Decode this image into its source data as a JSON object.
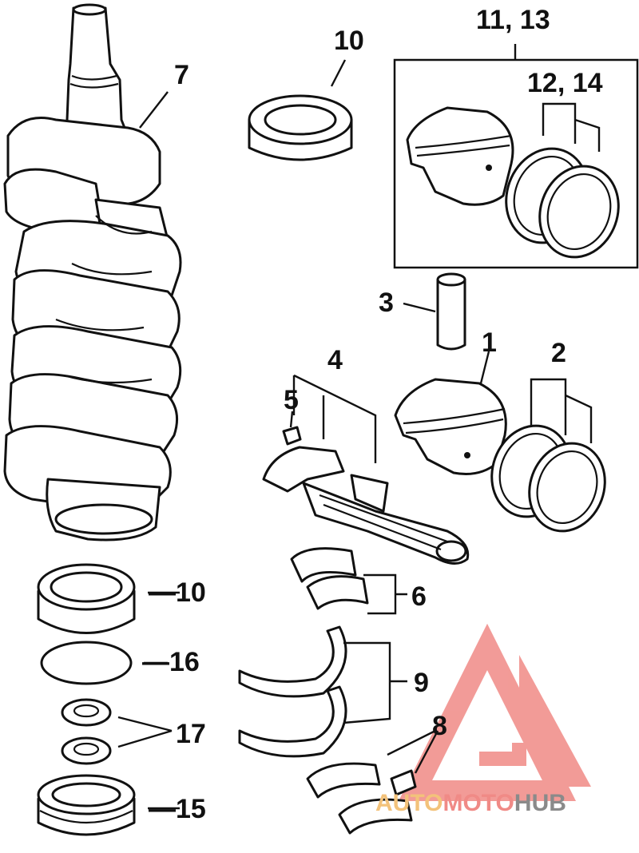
{
  "labels": {
    "l1": "1",
    "l2": "2",
    "l3": "3",
    "l4": "4",
    "l5": "5",
    "l6": "6",
    "l7": "7",
    "l8": "8",
    "l9": "9",
    "l10a": "10",
    "l10b": "—10",
    "l1113": "11, 13",
    "l1214": "12, 14",
    "l15": "—15",
    "l16": "—16",
    "l17": "17"
  },
  "watermark": {
    "part1": "AUTO",
    "part2": "MOTO",
    "part3": "HUB",
    "color1": "#f3c27a",
    "color2": "#f08a86",
    "color3": "#8a8a8a",
    "logo_color": "#f08a86"
  }
}
